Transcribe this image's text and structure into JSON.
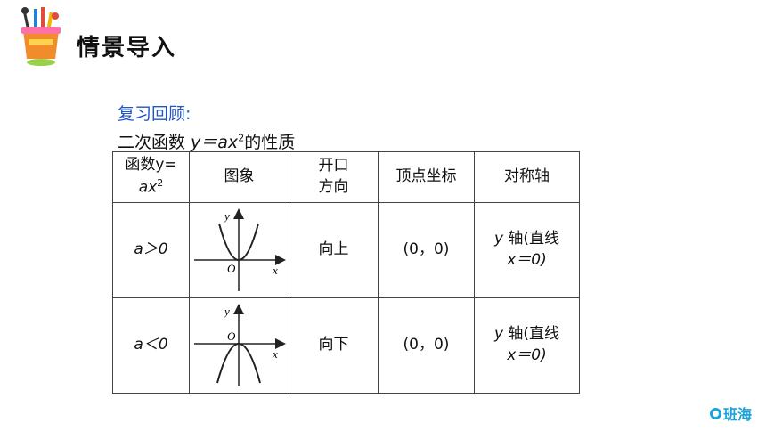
{
  "header": {
    "title": "情景导入",
    "logo_icon": "pencil-cup-icon"
  },
  "review_heading": "复习回顾:",
  "subtitle": {
    "prefix": "二次函数 ",
    "formula": "y＝ax",
    "exp": "2",
    "suffix": "的性质"
  },
  "table": {
    "headers": {
      "function_line1": "函数y=",
      "function_line2": "ax",
      "function_exp": "2",
      "graph": "图象",
      "opening_line1": "开口",
      "opening_line2": "方向",
      "vertex": "顶点坐标",
      "axis": "对称轴"
    },
    "rows": [
      {
        "condition": "a＞0",
        "graph_y_label": "y",
        "graph_o_label": "O",
        "graph_x_label": "x",
        "direction": "向上",
        "vertex": "(0，0)",
        "axis_var": "y",
        "axis_text": "轴(直线",
        "axis_eq": "x＝0)"
      },
      {
        "condition": "a＜0",
        "graph_y_label": "y",
        "graph_o_label": "O",
        "graph_x_label": "x",
        "direction": "向下",
        "vertex": "(0，0)",
        "axis_var": "y",
        "axis_text": "轴(直线",
        "axis_eq": "x＝0)"
      }
    ]
  },
  "brand": {
    "name": "班海",
    "color": "#1aa3d9"
  },
  "colors": {
    "accent": "#1f55c8"
  }
}
